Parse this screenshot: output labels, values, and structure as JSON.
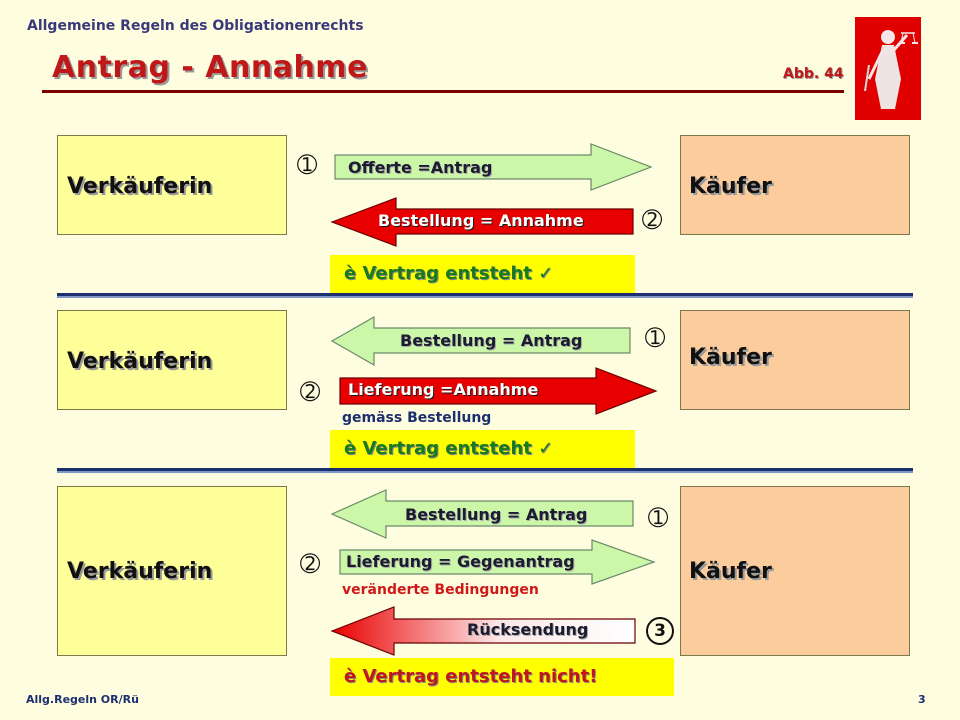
{
  "header": {
    "subtitle": "Allgemeine Regeln des Obligationenrechts",
    "title": "Antrag - Annahme",
    "figure_label": "Abb. 44"
  },
  "colors": {
    "seller_box": "#ffff99",
    "buyer_box": "#fccc9c",
    "green_arrow": "#ccf6a8",
    "red_arrow": "#e80000",
    "result_bg": "#ffff00"
  },
  "scenario1": {
    "seller": "Verkäuferin",
    "buyer": "Käufer",
    "step1_num": "➀",
    "arrow1": "Offerte =Antrag",
    "step2_num": "➁",
    "arrow2": "Bestellung = Annahme",
    "result": "è  Vertrag entsteht ✓"
  },
  "scenario2": {
    "seller": "Verkäuferin",
    "buyer": "Käufer",
    "step1_num": "➀",
    "arrow1": "Bestellung = Antrag",
    "step2_num": "➁",
    "arrow2": "Lieferung =Annahme",
    "note": "gemäss Bestellung",
    "result": "è  Vertrag entsteht ✓"
  },
  "scenario3": {
    "seller": "Verkäuferin",
    "buyer": "Käufer",
    "step1_num": "➀",
    "arrow1": "Bestellung = Antrag",
    "step2_num": "➁",
    "arrow2": "Lieferung = Gegenantrag",
    "note": "veränderte Bedingungen",
    "step3_num": "3",
    "arrow3": "Rücksendung",
    "result": "è  Vertrag entsteht nicht!"
  },
  "footer": {
    "left": "Allg.Regeln OR/Rü",
    "page": "3"
  }
}
